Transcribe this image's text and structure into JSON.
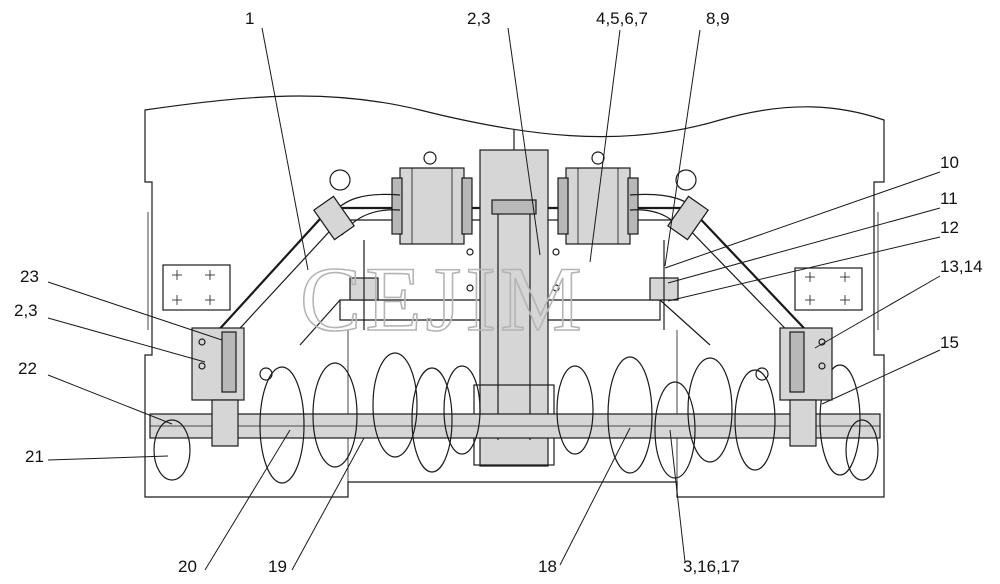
{
  "watermark": "CEJIM",
  "labels": [
    {
      "id": "1",
      "text": "1"
    },
    {
      "id": "2-3-top",
      "text": "2,3"
    },
    {
      "id": "4-5-6-7",
      "text": "4,5,6,7"
    },
    {
      "id": "8-9",
      "text": "8,9"
    },
    {
      "id": "10",
      "text": "10"
    },
    {
      "id": "11",
      "text": "11"
    },
    {
      "id": "12",
      "text": "12"
    },
    {
      "id": "13-14",
      "text": "13,14"
    },
    {
      "id": "15",
      "text": "15"
    },
    {
      "id": "23",
      "text": "23"
    },
    {
      "id": "2-3-left",
      "text": "2,3"
    },
    {
      "id": "22",
      "text": "22"
    },
    {
      "id": "21",
      "text": "21"
    },
    {
      "id": "20",
      "text": "20"
    },
    {
      "id": "19",
      "text": "19"
    },
    {
      "id": "18",
      "text": "18"
    },
    {
      "id": "3-16-17",
      "text": "3,16,17"
    }
  ]
}
